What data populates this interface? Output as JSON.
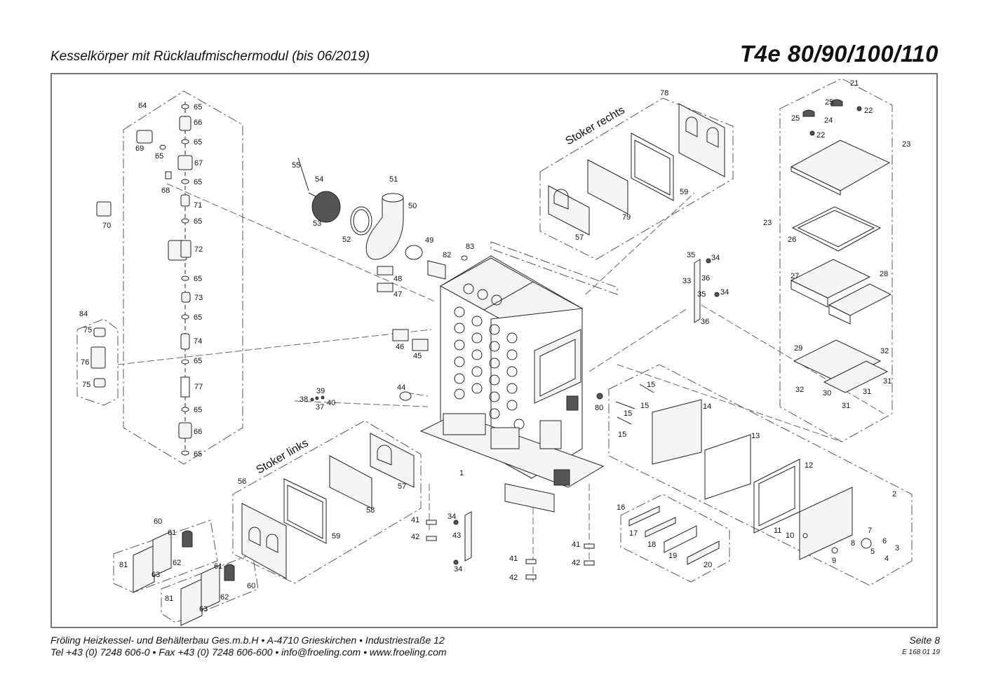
{
  "header": {
    "title": "Kesselkörper mit Rücklaufmischermodul (bis 06/2019)",
    "model": "T4e 80/90/100/110"
  },
  "diagram": {
    "group_labels": {
      "stoker_rechts": "Stoker rechts",
      "stoker_links": "Stoker links"
    },
    "callouts": [
      "1",
      "2",
      "3",
      "4",
      "5",
      "6",
      "7",
      "8",
      "9",
      "10",
      "11",
      "12",
      "13",
      "14",
      "15",
      "16",
      "17",
      "18",
      "19",
      "20",
      "21",
      "22",
      "23",
      "24",
      "25",
      "26",
      "27",
      "28",
      "29",
      "30",
      "31",
      "32",
      "33",
      "34",
      "35",
      "36",
      "37",
      "38",
      "39",
      "40",
      "41",
      "42",
      "43",
      "44",
      "45",
      "46",
      "47",
      "48",
      "49",
      "50",
      "51",
      "52",
      "53",
      "54",
      "55",
      "56",
      "57",
      "58",
      "59",
      "60",
      "61",
      "62",
      "63",
      "64",
      "65",
      "66",
      "67",
      "68",
      "69",
      "70",
      "71",
      "72",
      "73",
      "74",
      "75",
      "76",
      "77",
      "78",
      "79",
      "80",
      "81",
      "82",
      "83",
      "84"
    ]
  },
  "footer": {
    "line1": "Fröling Heizkessel- und Behälterbau Ges.m.b.H   •  A-4710 Grieskirchen   •  Industriestraße 12",
    "line2": "Tel +43 (0) 7248 606-0   •  Fax +43 (0) 7248 606-600  •  info@froeling.com   •  www.froeling.com",
    "page": "Seite 8",
    "doc_code": "E 168 01 19"
  }
}
